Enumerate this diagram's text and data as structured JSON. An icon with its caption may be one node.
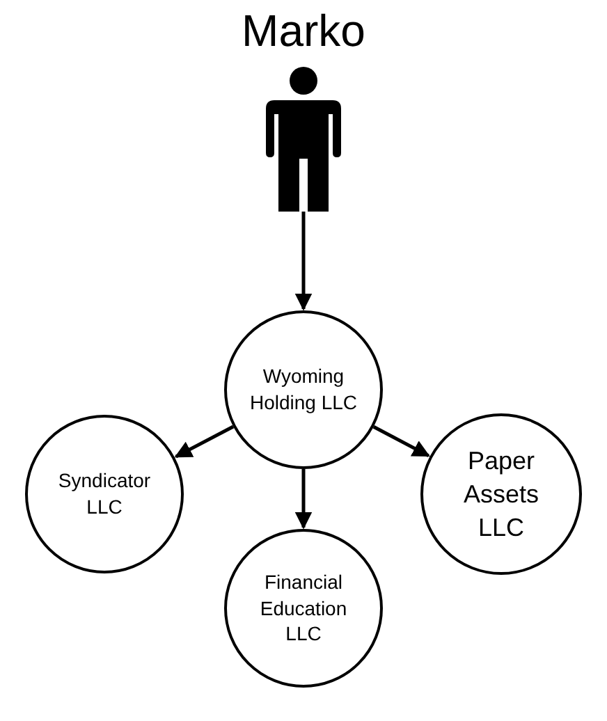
{
  "diagram": {
    "nodes": [
      {
        "text": [
          "Marko"
        ]
      },
      {
        "text": [
          "Wyoming Holding LLC"
        ]
      },
      {
        "text": [
          "Syndicator LLC"
        ]
      },
      {
        "text": [
          "Paper Assets LLC"
        ]
      },
      {
        "text": [
          "Financial Education LLC"
        ]
      }
    ],
    "edges": [
      {
        "from": 0,
        "to": 1,
        "arrow": "to"
      },
      {
        "from": 1,
        "to": 2,
        "arrow": "to"
      },
      {
        "from": 1,
        "to": 4,
        "arrow": "to"
      },
      {
        "from": 1,
        "to": 3,
        "arrow": "to"
      }
    ]
  }
}
